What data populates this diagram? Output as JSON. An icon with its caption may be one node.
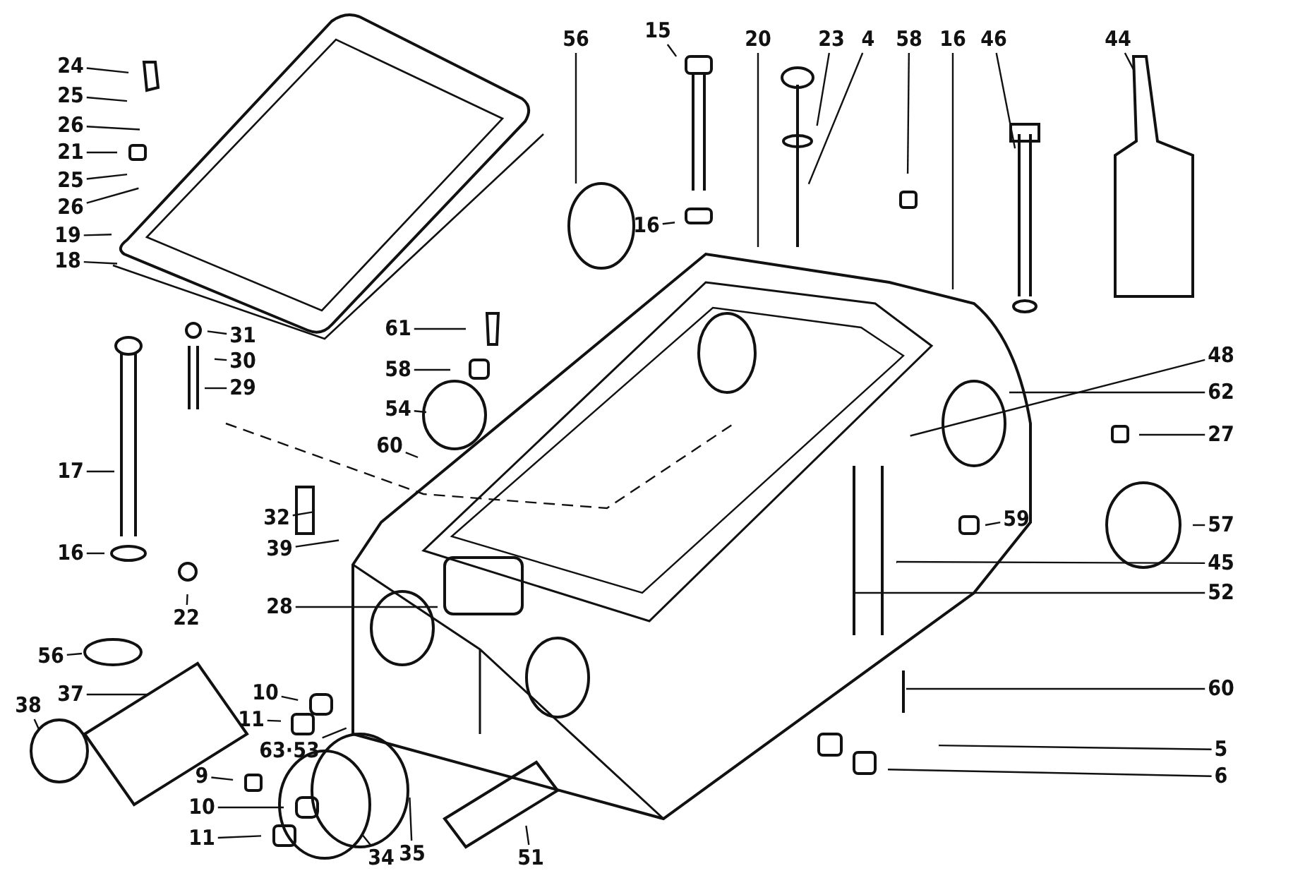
{
  "diagram": {
    "nodes": [
      {
        "text": [
          "24"
        ]
      },
      {
        "text": [
          "25"
        ]
      },
      {
        "text": [
          "26"
        ]
      },
      {
        "text": [
          "21"
        ]
      },
      {
        "text": [
          "25"
        ]
      },
      {
        "text": [
          "26"
        ]
      },
      {
        "text": [
          "19"
        ]
      },
      {
        "text": [
          "18"
        ]
      },
      {
        "text": [
          "31"
        ]
      },
      {
        "text": [
          "30"
        ]
      },
      {
        "text": [
          "29"
        ]
      },
      {
        "text": [
          "17"
        ]
      },
      {
        "text": [
          "16"
        ]
      },
      {
        "text": [
          "32"
        ]
      },
      {
        "text": [
          "39"
        ]
      },
      {
        "text": [
          "22"
        ]
      },
      {
        "text": [
          "28"
        ]
      },
      {
        "text": [
          "56"
        ]
      },
      {
        "text": [
          "37"
        ]
      },
      {
        "text": [
          "38"
        ]
      },
      {
        "text": [
          "10"
        ]
      },
      {
        "text": [
          "11"
        ]
      },
      {
        "text": [
          "63·53"
        ]
      },
      {
        "text": [
          "9"
        ]
      },
      {
        "text": [
          "10"
        ]
      },
      {
        "text": [
          "11"
        ]
      },
      {
        "text": [
          "34"
        ]
      },
      {
        "text": [
          "35"
        ]
      },
      {
        "text": [
          "51"
        ]
      },
      {
        "text": [
          "56"
        ]
      },
      {
        "text": [
          "15"
        ]
      },
      {
        "text": [
          "20"
        ]
      },
      {
        "text": [
          "23"
        ]
      },
      {
        "text": [
          "4"
        ]
      },
      {
        "text": [
          "58"
        ]
      },
      {
        "text": [
          "16"
        ]
      },
      {
        "text": [
          "46"
        ]
      },
      {
        "text": [
          "44"
        ]
      },
      {
        "text": [
          "16"
        ]
      },
      {
        "text": [
          "61"
        ]
      },
      {
        "text": [
          "58"
        ]
      },
      {
        "text": [
          "54"
        ]
      },
      {
        "text": [
          "60"
        ]
      },
      {
        "text": [
          "48"
        ]
      },
      {
        "text": [
          "62"
        ]
      },
      {
        "text": [
          "27"
        ]
      },
      {
        "text": [
          "57"
        ]
      },
      {
        "text": [
          "59"
        ]
      },
      {
        "text": [
          "45"
        ]
      },
      {
        "text": [
          "52"
        ]
      },
      {
        "text": [
          "60"
        ]
      },
      {
        "text": [
          "5"
        ]
      },
      {
        "text": [
          "6"
        ]
      }
    ],
    "edges": [
      {
        "from": 0,
        "to": null,
        "arrow": "none"
      },
      {
        "from": 1,
        "to": null,
        "arrow": "none"
      },
      {
        "from": 2,
        "to": null,
        "arrow": "none"
      },
      {
        "from": 3,
        "to": null,
        "arrow": "none"
      },
      {
        "from": 4,
        "to": null,
        "arrow": "none"
      },
      {
        "from": 5,
        "to": null,
        "arrow": "none"
      },
      {
        "from": 6,
        "to": null,
        "arrow": "none"
      },
      {
        "from": 7,
        "to": null,
        "arrow": "none"
      },
      {
        "from": 8,
        "to": null,
        "arrow": "none"
      },
      {
        "from": 9,
        "to": null,
        "arrow": "none"
      },
      {
        "from": 10,
        "to": null,
        "arrow": "none"
      },
      {
        "from": 11,
        "to": null,
        "arrow": "none"
      },
      {
        "from": 12,
        "to": null,
        "arrow": "none"
      },
      {
        "from": 13,
        "to": null,
        "arrow": "none"
      },
      {
        "from": 14,
        "to": null,
        "arrow": "none"
      },
      {
        "from": 15,
        "to": null,
        "arrow": "none"
      },
      {
        "from": 16,
        "to": null,
        "arrow": "none"
      },
      {
        "from": 17,
        "to": null,
        "arrow": "none"
      },
      {
        "from": 18,
        "to": null,
        "arrow": "none"
      },
      {
        "from": 19,
        "to": null,
        "arrow": "none"
      },
      {
        "from": 20,
        "to": null,
        "arrow": "none"
      },
      {
        "from": 21,
        "to": null,
        "arrow": "none"
      },
      {
        "from": 22,
        "to": null,
        "arrow": "none"
      },
      {
        "from": 23,
        "to": null,
        "arrow": "none"
      },
      {
        "from": 24,
        "to": null,
        "arrow": "none"
      },
      {
        "from": 25,
        "to": null,
        "arrow": "none"
      },
      {
        "from": 26,
        "to": null,
        "arrow": "none"
      },
      {
        "from": 27,
        "to": null,
        "arrow": "none"
      },
      {
        "from": 28,
        "to": null,
        "arrow": "none"
      },
      {
        "from": 29,
        "to": null,
        "arrow": "none"
      },
      {
        "from": 30,
        "to": null,
        "arrow": "none"
      },
      {
        "from": 31,
        "to": null,
        "arrow": "none"
      },
      {
        "from": 32,
        "to": null,
        "arrow": "none"
      },
      {
        "from": 33,
        "to": null,
        "arrow": "none"
      },
      {
        "from": 34,
        "to": null,
        "arrow": "none"
      },
      {
        "from": 35,
        "to": null,
        "arrow": "none"
      },
      {
        "from": 36,
        "to": null,
        "arrow": "none"
      },
      {
        "from": 37,
        "to": null,
        "arrow": "none"
      },
      {
        "from": 38,
        "to": null,
        "arrow": "none"
      },
      {
        "from": 39,
        "to": null,
        "arrow": "none"
      },
      {
        "from": 40,
        "to": null,
        "arrow": "none"
      },
      {
        "from": 41,
        "to": null,
        "arrow": "none"
      },
      {
        "from": 42,
        "to": null,
        "arrow": "none"
      },
      {
        "from": 43,
        "to": null,
        "arrow": "none"
      },
      {
        "from": 44,
        "to": null,
        "arrow": "none"
      },
      {
        "from": 45,
        "to": null,
        "arrow": "none"
      },
      {
        "from": 46,
        "to": null,
        "arrow": "none"
      },
      {
        "from": 47,
        "to": null,
        "arrow": "none"
      },
      {
        "from": 48,
        "to": null,
        "arrow": "none"
      },
      {
        "from": 49,
        "to": null,
        "arrow": "none"
      },
      {
        "from": 50,
        "to": null,
        "arrow": "none"
      },
      {
        "from": 51,
        "to": null,
        "arrow": "none"
      },
      {
        "from": 52,
        "to": null,
        "arrow": "none"
      }
    ]
  }
}
